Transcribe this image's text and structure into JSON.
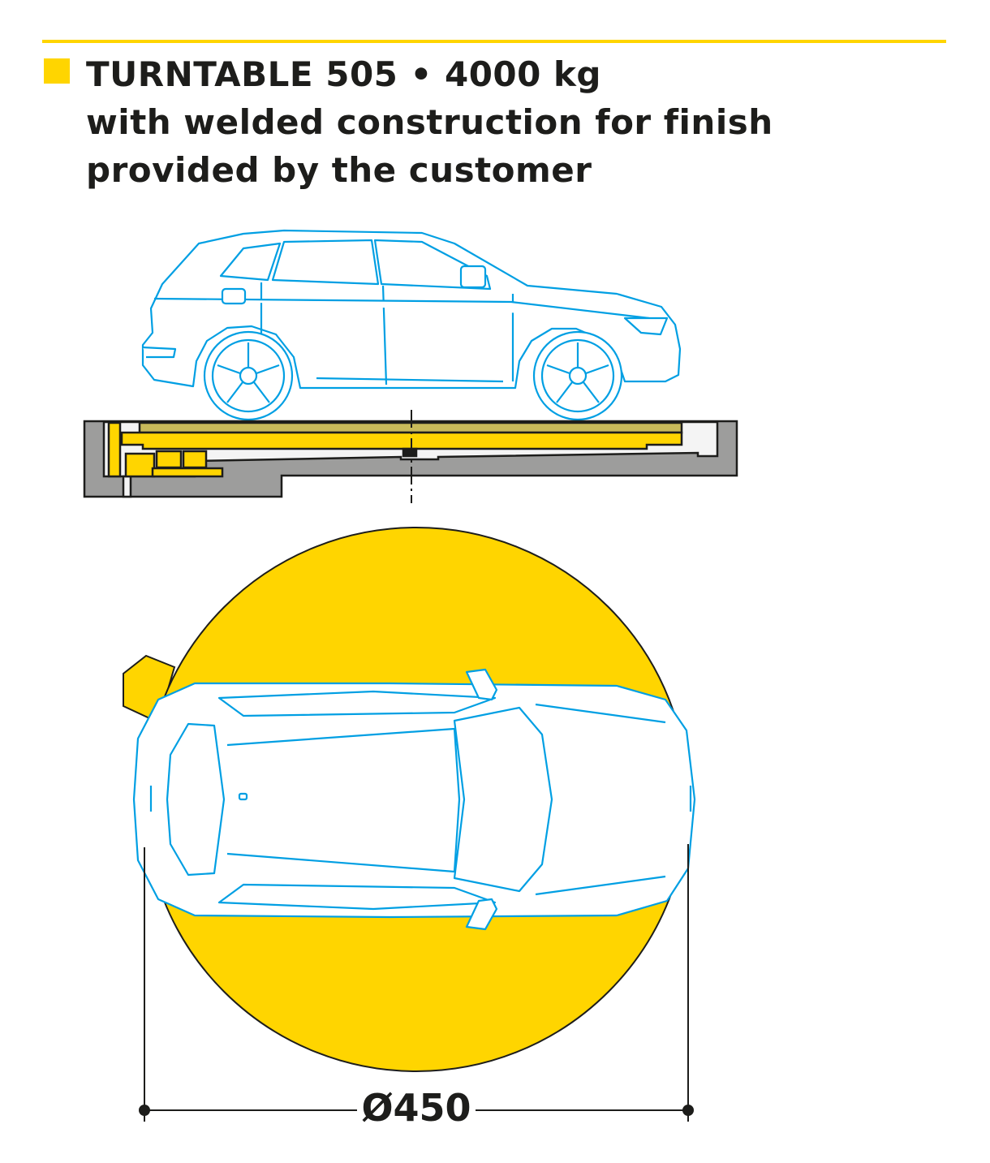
{
  "header": {
    "title_line1": "TURNTABLE 505 • 4000 kg",
    "title_line2": "with welded construction for finish",
    "title_line3": "provided by the customer"
  },
  "dimension": {
    "diameter_label": "Ø450"
  },
  "colors": {
    "accent": "#FFD500",
    "car_outline": "#009FE3",
    "concrete": "#9D9D9C",
    "platform_top": "#C8BA5A",
    "ink": "#1D1D1B"
  }
}
